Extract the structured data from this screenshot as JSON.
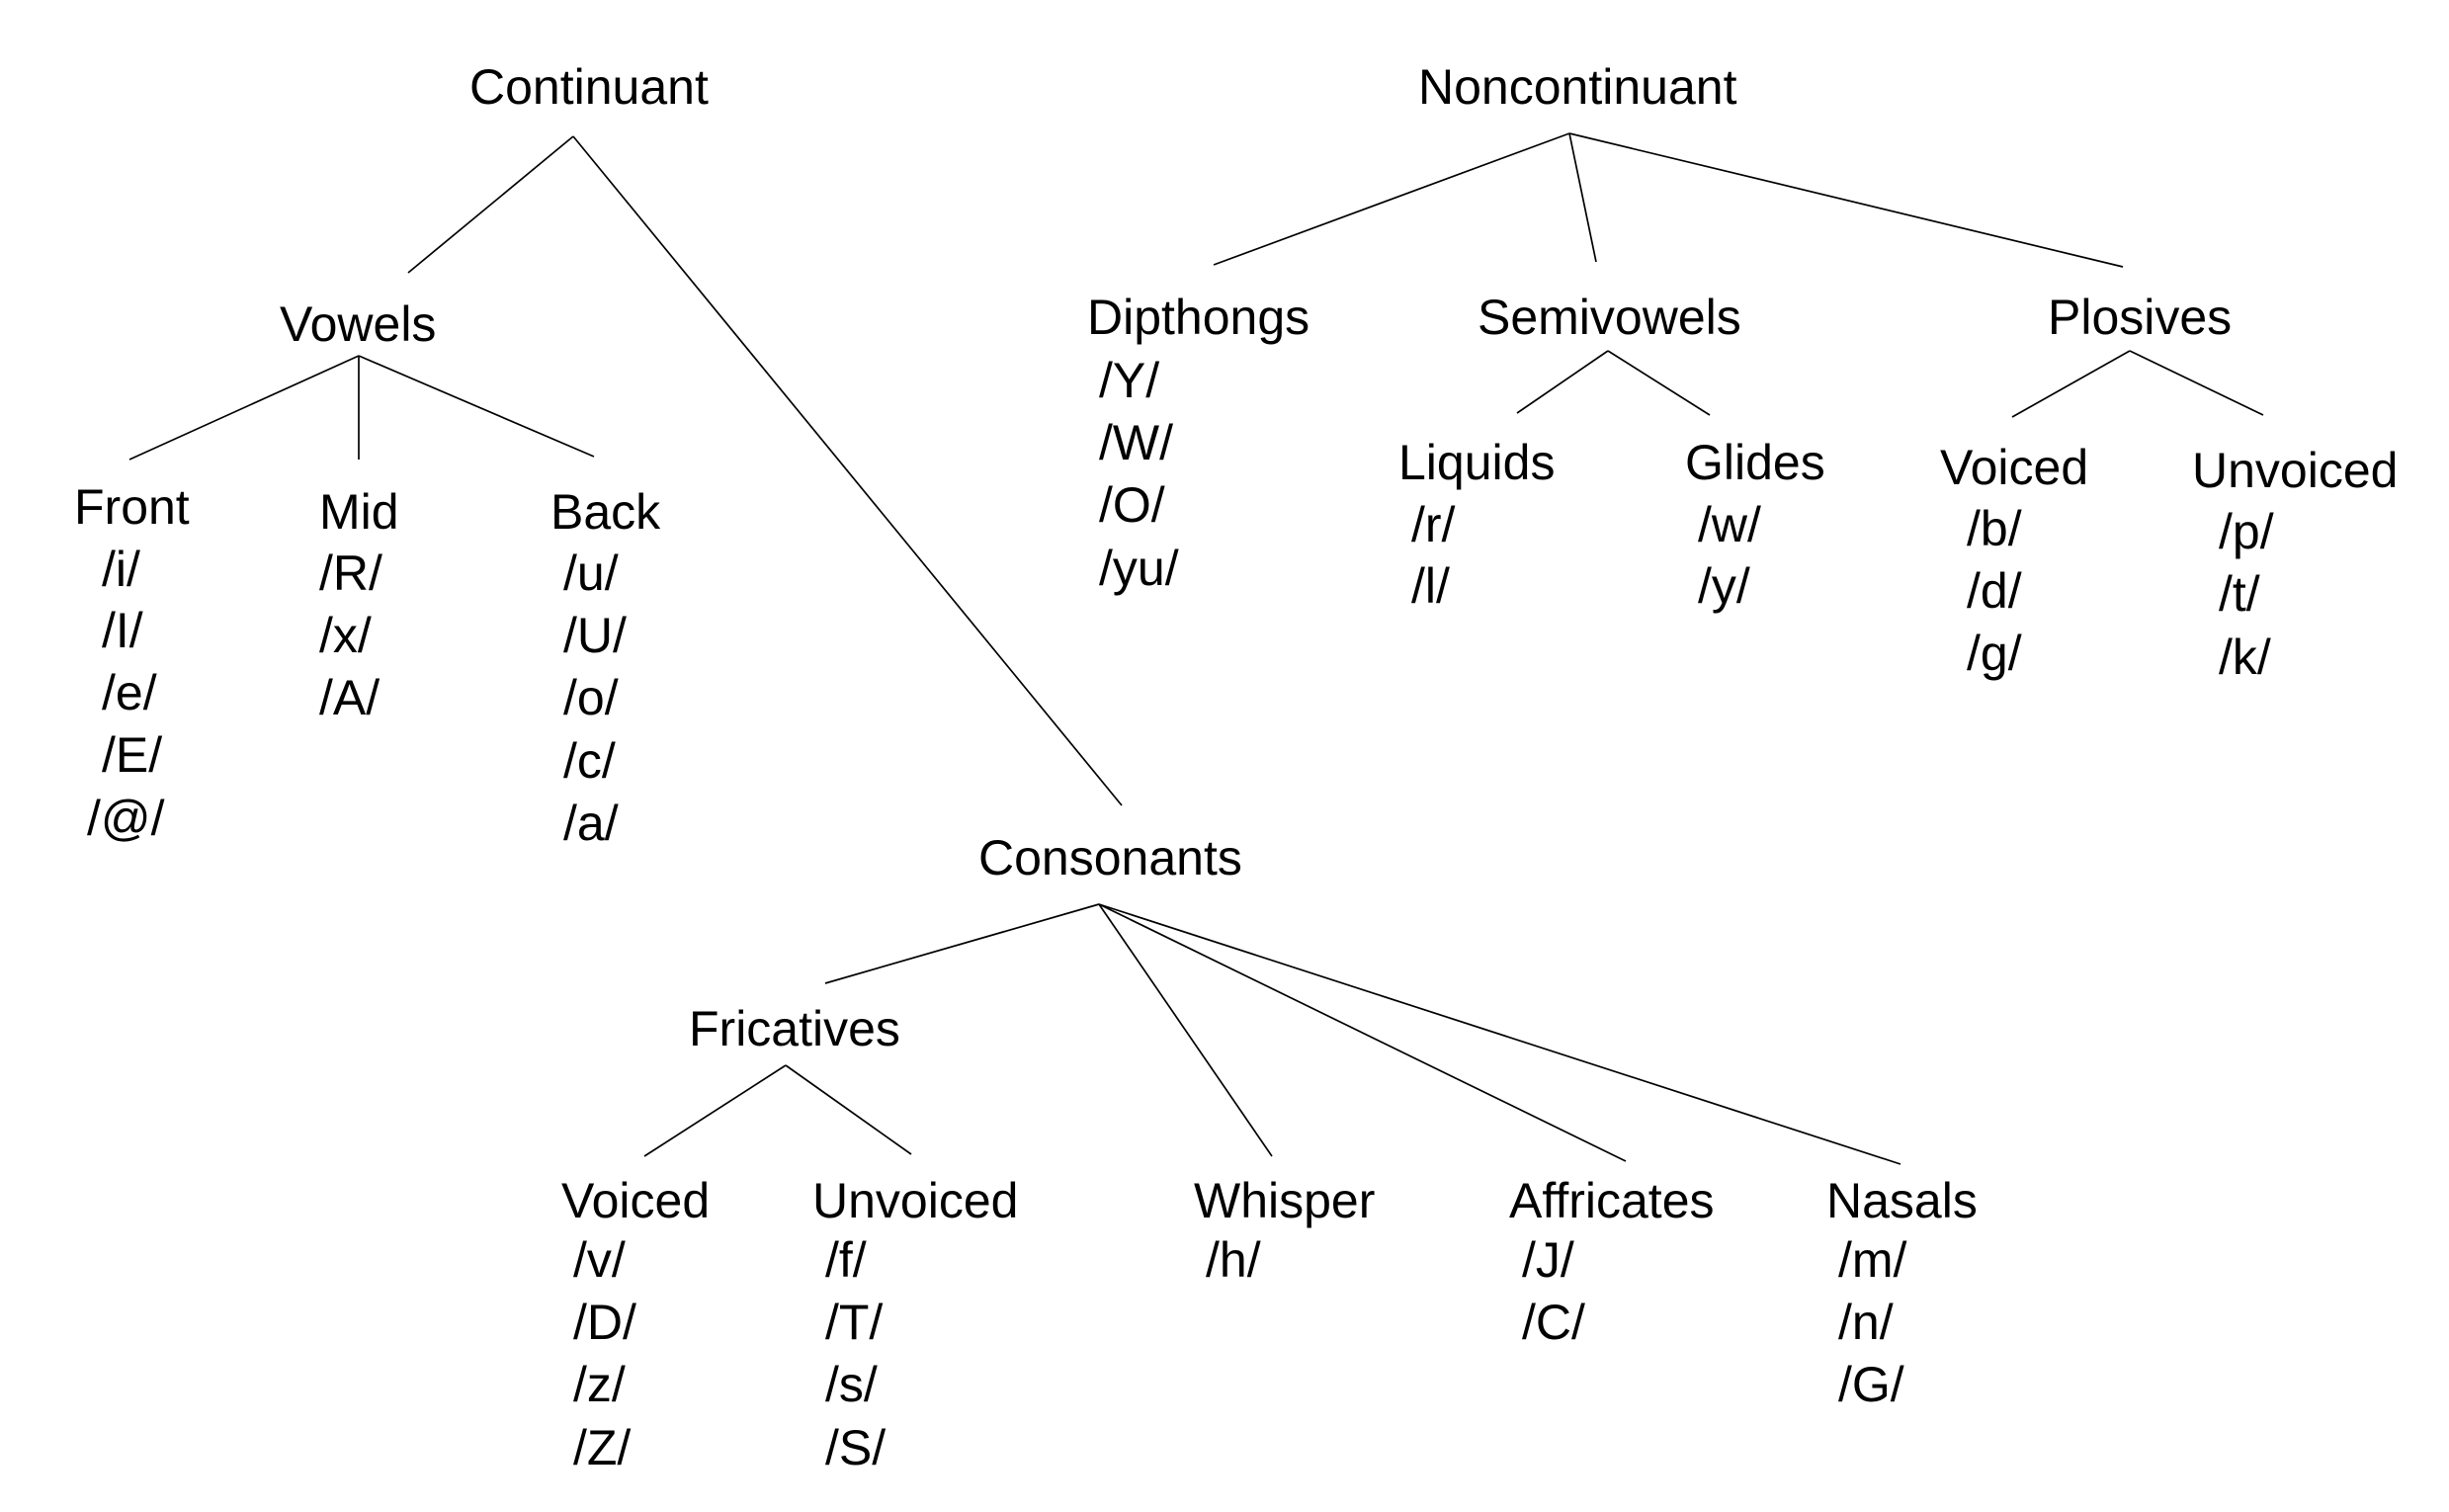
{
  "colors": {
    "background": "#ffffff",
    "text": "#000000",
    "lines": "#000000"
  },
  "tree": {
    "continuant": {
      "label": "Continuant",
      "vowels": {
        "label": "Vowels",
        "front": {
          "label": "Front",
          "phonemes": [
            "/i/",
            "/I/",
            "/e/",
            "/E/",
            "/@/"
          ]
        },
        "mid": {
          "label": "Mid",
          "phonemes": [
            "/R/",
            "/x/",
            "/A/"
          ]
        },
        "back": {
          "label": "Back",
          "phonemes": [
            "/u/",
            "/U/",
            "/o/",
            "/c/",
            "/a/"
          ]
        }
      },
      "consonants": {
        "label": "Consonants",
        "fricatives": {
          "label": "Fricatives",
          "voiced": {
            "label": "Voiced",
            "phonemes": [
              "/v/",
              "/D/",
              "/z/",
              "/Z/"
            ]
          },
          "unvoiced": {
            "label": "Unvoiced",
            "phonemes": [
              "/f/",
              "/T/",
              "/s/",
              "/S/"
            ]
          }
        },
        "whisper": {
          "label": "Whisper",
          "phonemes": [
            "/h/"
          ]
        },
        "affricates": {
          "label": "Affricates",
          "phonemes": [
            "/J/",
            "/C/"
          ]
        },
        "nasals": {
          "label": "Nasals",
          "phonemes": [
            "/m/",
            "/n/",
            "/G/"
          ]
        }
      }
    },
    "noncontinuant": {
      "label": "Noncontinuant",
      "dipthongs": {
        "label": "Dipthongs",
        "phonemes": [
          "/Y/",
          "/W/",
          "/O/",
          "/yu/"
        ]
      },
      "semivowels": {
        "label": "Semivowels",
        "liquids": {
          "label": "Liquids",
          "phonemes": [
            "/r/",
            "/l/"
          ]
        },
        "glides": {
          "label": "Glides",
          "phonemes": [
            "/w/",
            "/y/"
          ]
        }
      },
      "plosives": {
        "label": "Plosives",
        "voiced": {
          "label": "Voiced",
          "phonemes": [
            "/b/",
            "/d/",
            "/g/"
          ]
        },
        "unvoiced": {
          "label": "Unvoiced",
          "phonemes": [
            "/p/",
            "/t/",
            "/k/"
          ]
        }
      }
    }
  }
}
